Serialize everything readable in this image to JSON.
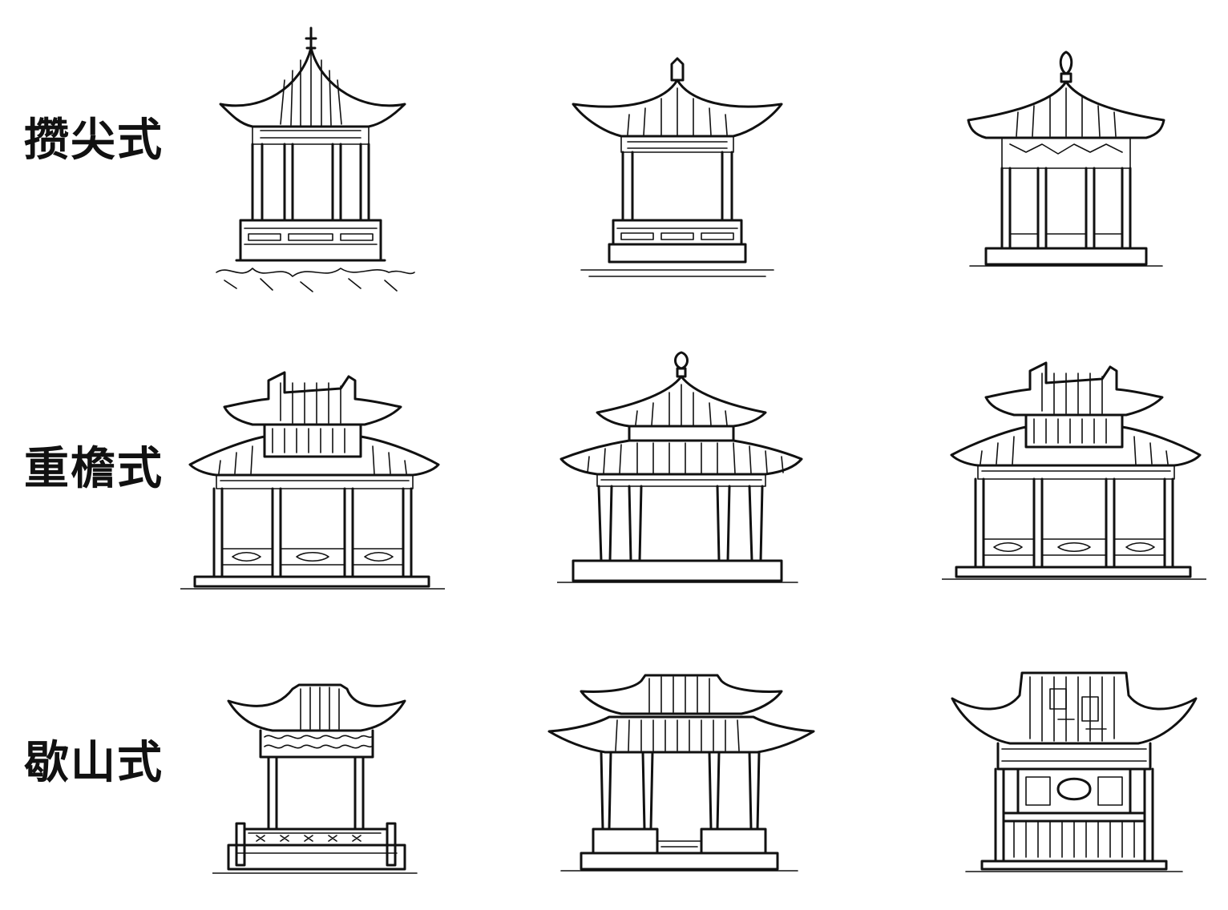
{
  "rows": [
    {
      "label": "攒尖式"
    },
    {
      "label": "重檐式"
    },
    {
      "label": "歇山式"
    }
  ],
  "colors": {
    "ink": "#111111",
    "background": "#ffffff"
  }
}
